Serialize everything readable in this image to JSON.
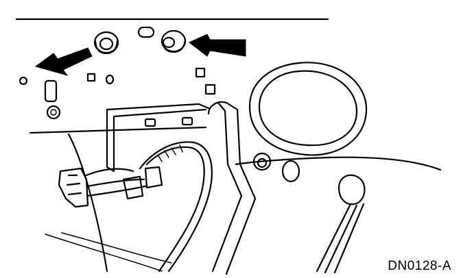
{
  "figure": {
    "reference_code": "DN0128-A"
  },
  "callouts": [
    {
      "id": "arrow-left",
      "points_to": "left-pin-bushing"
    },
    {
      "id": "arrow-right",
      "points_to": "right-pin-bushing"
    }
  ],
  "colors": {
    "ink": "#000000",
    "paper": "#ffffff"
  }
}
